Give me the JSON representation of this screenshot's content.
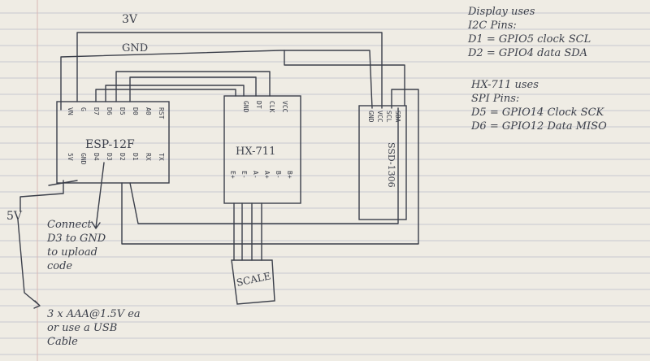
{
  "diagram": {
    "rails": {
      "power": "3V",
      "ground": "GND",
      "supply": "5V"
    },
    "esp": {
      "name": "ESP-12F",
      "top_pins": [
        "TX",
        "RX",
        "D1",
        "D2",
        "D3",
        "D4",
        "GND",
        "5V"
      ],
      "bottom_pins": [
        "VN",
        "G",
        "D7",
        "D6",
        "D5",
        "D0",
        "A0",
        "RST"
      ]
    },
    "hx711": {
      "name": "HX-711",
      "in_pins": [
        "GND",
        "DT",
        "CLK",
        "VCC"
      ],
      "out_pins": [
        "E+",
        "E-",
        "A-",
        "A+",
        "B-",
        "B+"
      ]
    },
    "display": {
      "name": "SSD-1306",
      "pins": [
        "SDA",
        "SCL",
        "VCC",
        "GND"
      ]
    },
    "scale": {
      "label": "SCALE"
    },
    "notes": {
      "boot": [
        "Connect",
        "D3 to GND",
        "to upload",
        "code"
      ],
      "battery": [
        "3 x AAA@1.5V ea",
        "or use a USB",
        "Cable"
      ],
      "i2c": [
        "Display uses",
        "I2C Pins:",
        "D1 = GPIO5  clock SCL",
        "D2 = GPIO4  data SDA"
      ],
      "spi": [
        "HX-711 uses",
        "SPI Pins:",
        "D5 = GPIO14 Clock SCK",
        "D6 = GPIO12 Data MISO"
      ]
    }
  },
  "colors": {
    "ink": "#3b3f4a",
    "paper": "#efece4",
    "rule": "#c7c9cf",
    "margin": "#d9b7b4"
  }
}
